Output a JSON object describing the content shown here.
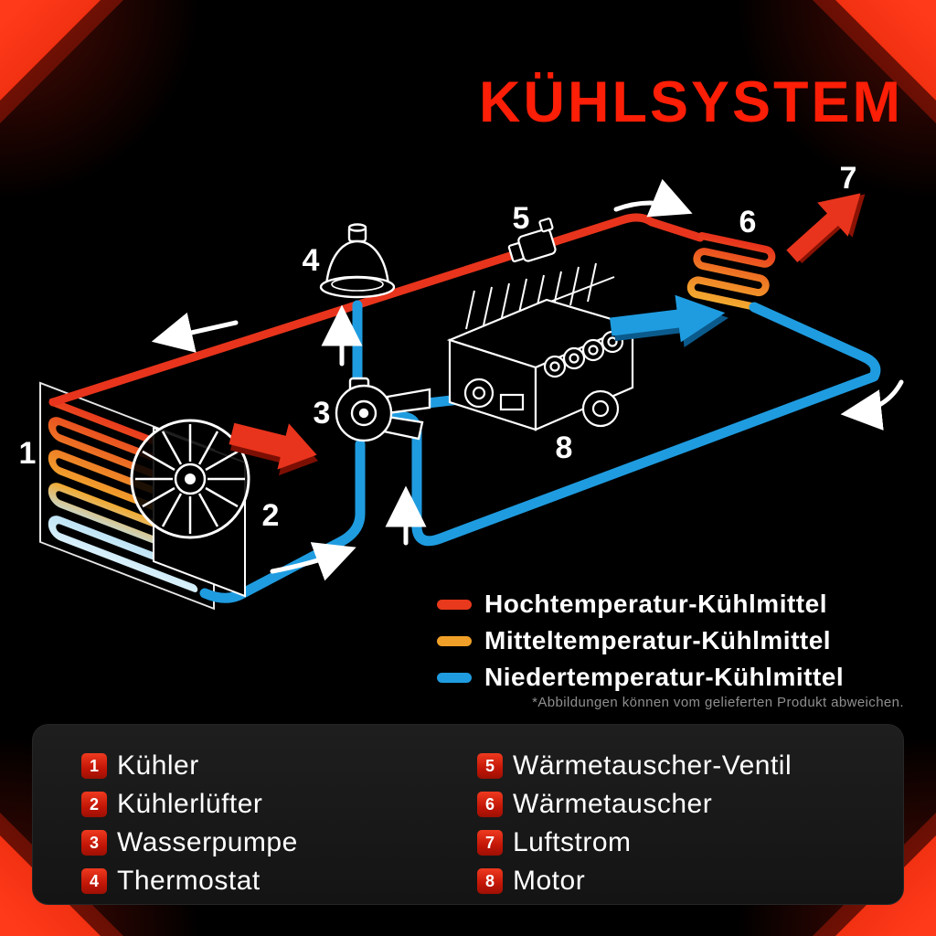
{
  "title": "KÜHLSYSTEM",
  "legend": {
    "items": [
      {
        "label": "Hochtemperatur-Kühlmittel",
        "color": "#e8391c"
      },
      {
        "label": "Mitteltemperatur-Kühlmittel",
        "color": "#f0a028"
      },
      {
        "label": "Niedertemperatur-Kühlmittel",
        "color": "#1f9ce0"
      }
    ]
  },
  "disclaimer": "*Abbildungen können vom gelieferten Produkt abweichen.",
  "diagram": {
    "callouts": [
      "1",
      "2",
      "3",
      "4",
      "5",
      "6",
      "7",
      "8"
    ]
  },
  "parts": [
    {
      "number": "1",
      "label": "Kühler"
    },
    {
      "number": "2",
      "label": "Kühlerlüfter"
    },
    {
      "number": "3",
      "label": "Wasserpumpe"
    },
    {
      "number": "4",
      "label": "Thermostat"
    },
    {
      "number": "5",
      "label": "Wärmetauscher-Ventil"
    },
    {
      "number": "6",
      "label": "Wärmetauscher"
    },
    {
      "number": "7",
      "label": "Luftstrom"
    },
    {
      "number": "8",
      "label": "Motor"
    }
  ],
  "colors": {
    "background": "#000000",
    "accent_red": "#fc1e06",
    "pipe_red": "#e8341c",
    "pipe_orange": "#f0a028",
    "pipe_blue": "#1f9ce0",
    "panel": "#1a1a1a"
  }
}
